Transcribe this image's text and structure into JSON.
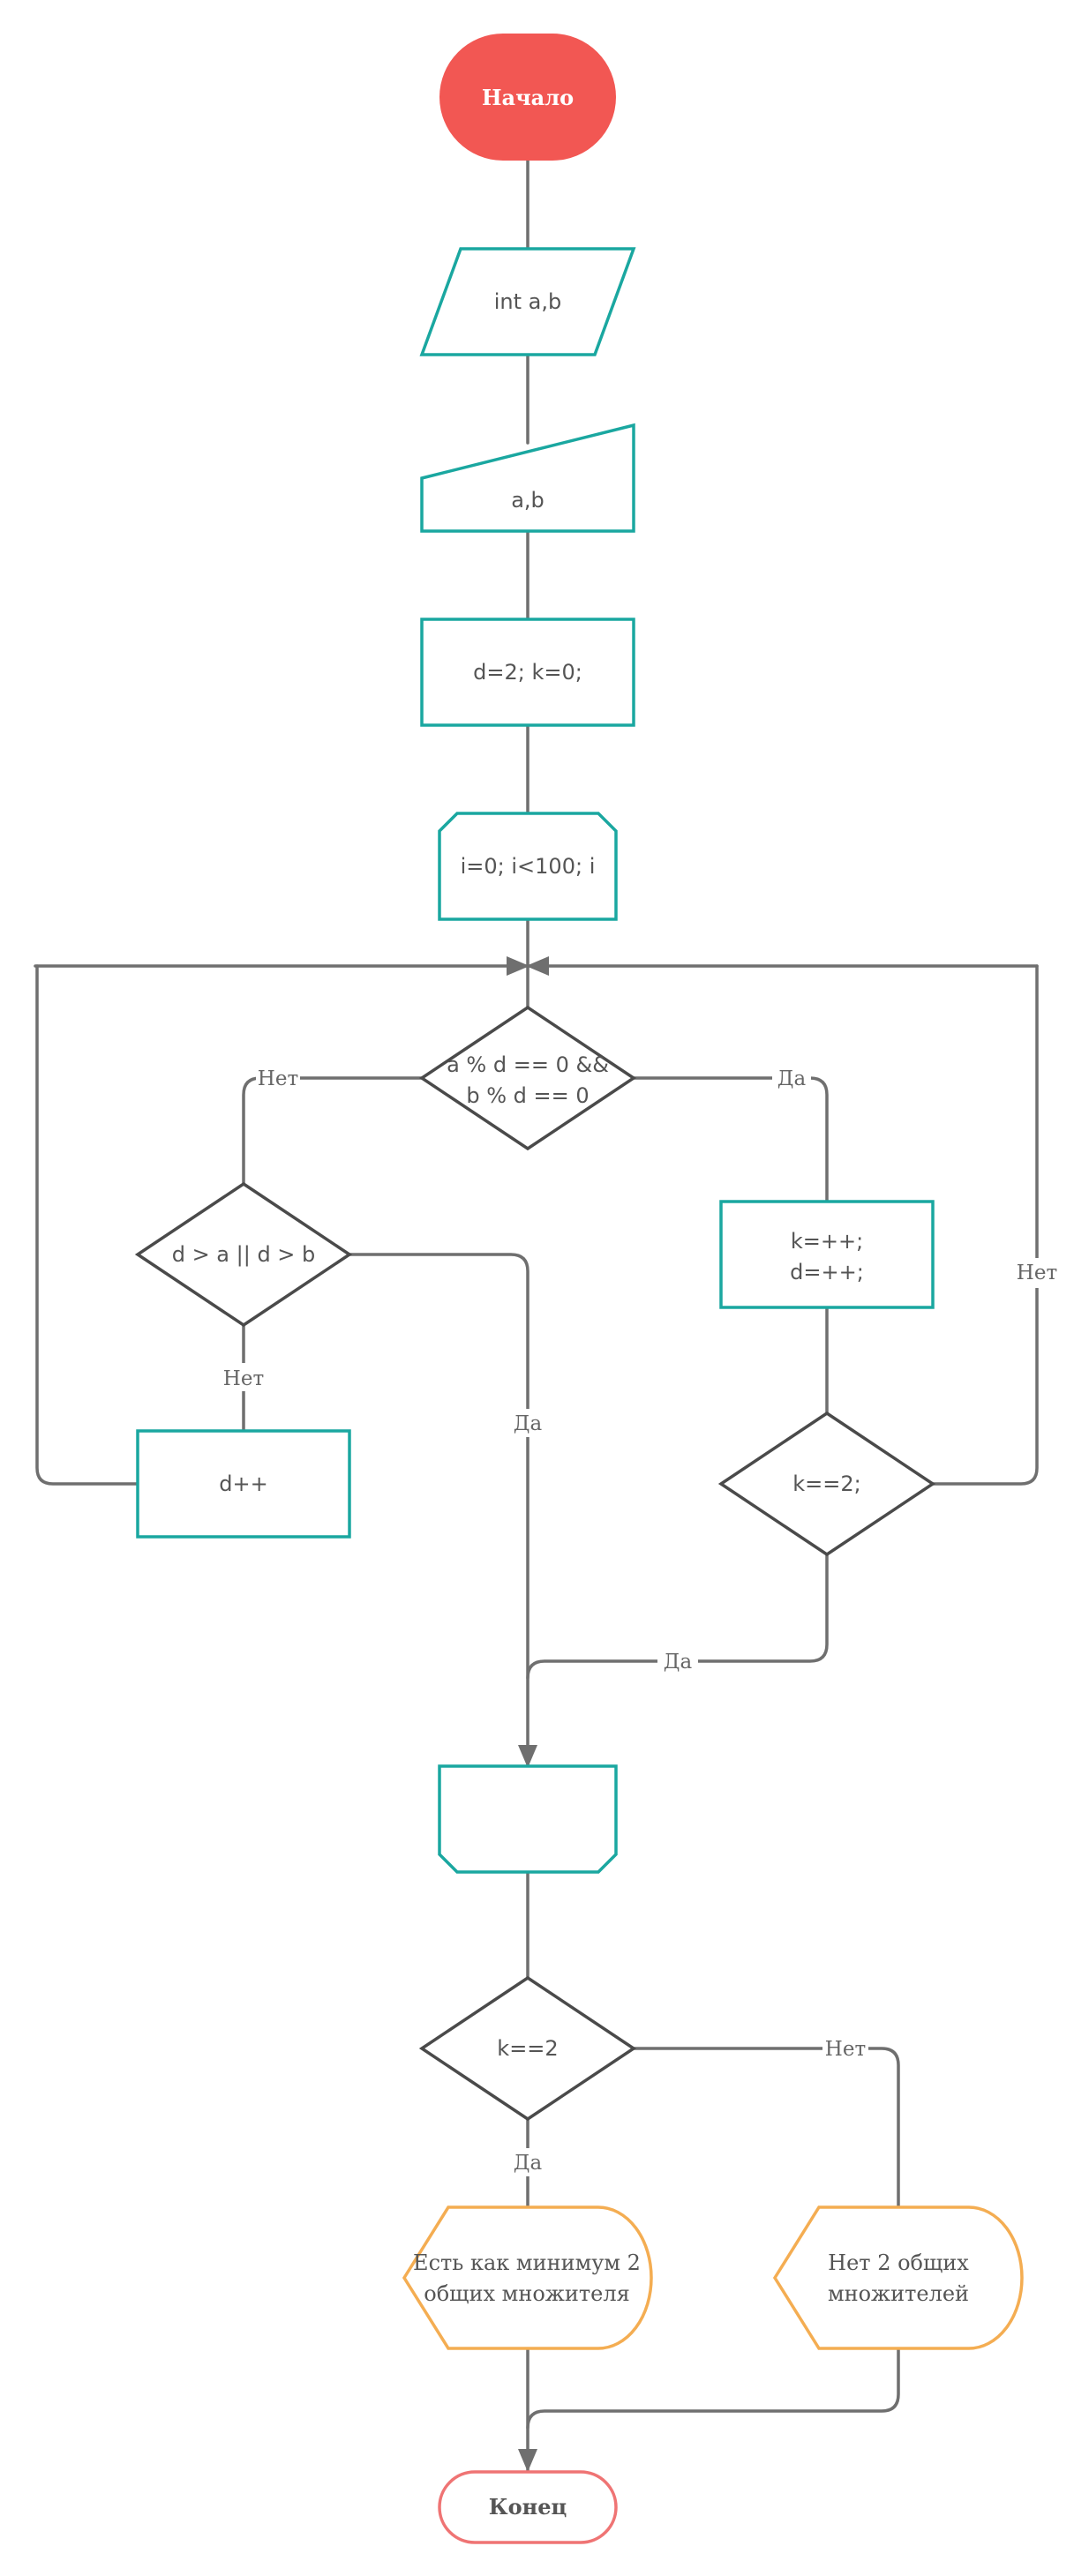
{
  "colors": {
    "teal": "#1aa7a0",
    "decision": "#4a4a4a",
    "start": "#f25753",
    "end": "#ef7474",
    "output": "#f4ad52",
    "edge": "#6f6f6f"
  },
  "nodes": {
    "start": "Начало",
    "declare": "int a,b",
    "input": "a,b",
    "init": "d=2; k=0;",
    "loop": "i=0; i<100; i",
    "cond1_line1": "a % d == 0 &&",
    "cond1_line2": "b % d == 0",
    "cond2": "d > a || d > b",
    "inc_line1": "k=++;",
    "inc_line2": "d=++;",
    "cond3": "k==2;",
    "dinc": "d++",
    "loopend": "",
    "cond4": "k==2",
    "out_yes_line1": "Есть как минимум 2",
    "out_yes_line2": "общих множителя",
    "out_no_line1": "Нет 2 общих",
    "out_no_line2": "множителей",
    "end": "Конец"
  },
  "edge_labels": {
    "cond1_no": "Нет",
    "cond1_yes": "Да",
    "cond2_no": "Нет",
    "cond2_yes": "Да",
    "cond3_no": "Нет",
    "cond3_yes": "Да",
    "cond4_no": "Нет",
    "cond4_yes": "Да"
  }
}
